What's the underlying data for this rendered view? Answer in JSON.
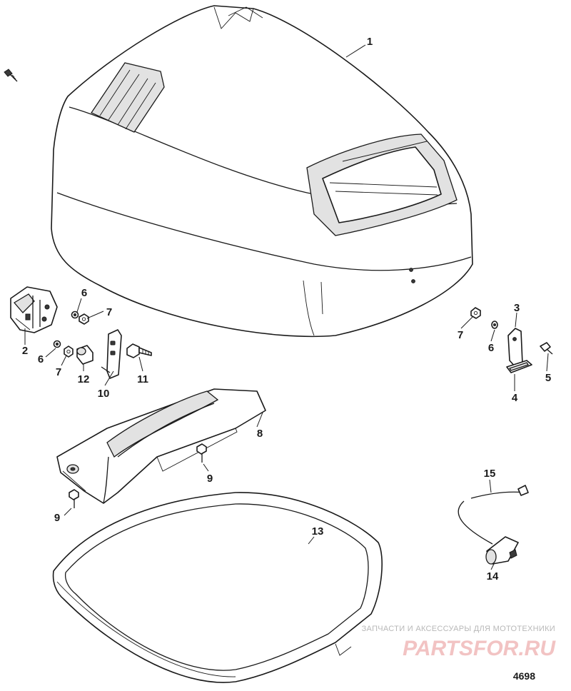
{
  "callouts": [
    {
      "id": "c1",
      "label": "1"
    },
    {
      "id": "c2",
      "label": "2"
    },
    {
      "id": "c3",
      "label": "3"
    },
    {
      "id": "c4",
      "label": "4"
    },
    {
      "id": "c5",
      "label": "5"
    },
    {
      "id": "c6a",
      "label": "6"
    },
    {
      "id": "c6b",
      "label": "6"
    },
    {
      "id": "c6c",
      "label": "6"
    },
    {
      "id": "c7a",
      "label": "7"
    },
    {
      "id": "c7b",
      "label": "7"
    },
    {
      "id": "c7c",
      "label": "7"
    },
    {
      "id": "c8",
      "label": "8"
    },
    {
      "id": "c9a",
      "label": "9"
    },
    {
      "id": "c9b",
      "label": "9"
    },
    {
      "id": "c10",
      "label": "10"
    },
    {
      "id": "c11",
      "label": "11"
    },
    {
      "id": "c12",
      "label": "12"
    },
    {
      "id": "c13",
      "label": "13"
    },
    {
      "id": "c14",
      "label": "14"
    },
    {
      "id": "c15",
      "label": "15"
    }
  ],
  "diagram_number": "4698",
  "watermark": {
    "tagline": "ЗАПЧАСТИ И АКСЕССУАРЫ ДЛЯ МОТОТЕХНИКИ",
    "logo": "PARTSFOR.RU",
    "color": "#f2c3c3"
  }
}
